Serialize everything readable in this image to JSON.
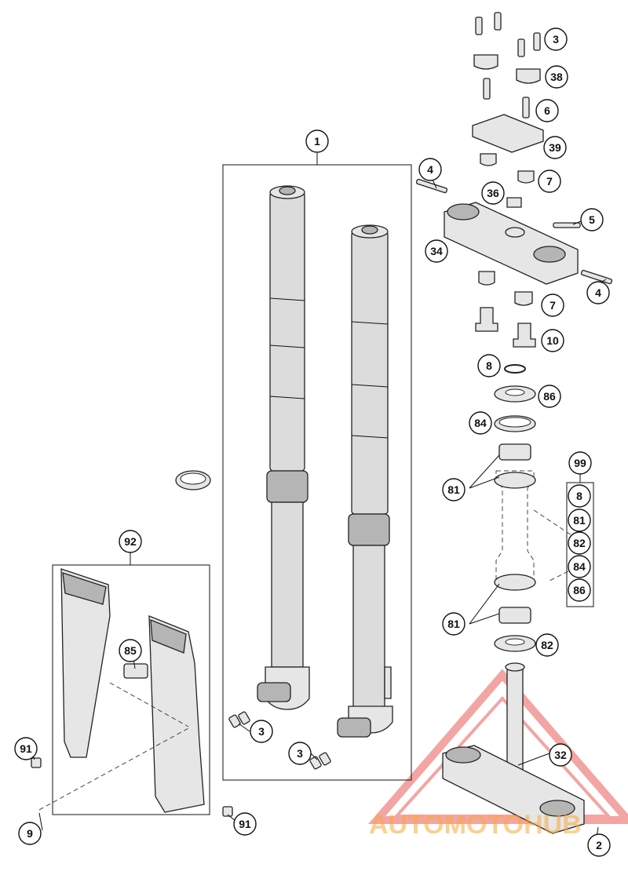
{
  "diagram": {
    "callouts": [
      "1",
      "2",
      "3",
      "3",
      "3",
      "4",
      "4",
      "5",
      "6",
      "7",
      "7",
      "8",
      "8",
      "9",
      "10",
      "32",
      "34",
      "36",
      "38",
      "39",
      "81",
      "81",
      "81",
      "82",
      "82",
      "84",
      "84",
      "85",
      "86",
      "86",
      "91",
      "91",
      "92",
      "99"
    ],
    "kit_99_contents": [
      "8",
      "81",
      "82",
      "84",
      "86"
    ]
  },
  "watermark": {
    "text": "AUTOMOTOHUB",
    "colors": {
      "orange": "#f4a93b",
      "red": "#e53935",
      "grey": "#c9c9c9"
    }
  }
}
